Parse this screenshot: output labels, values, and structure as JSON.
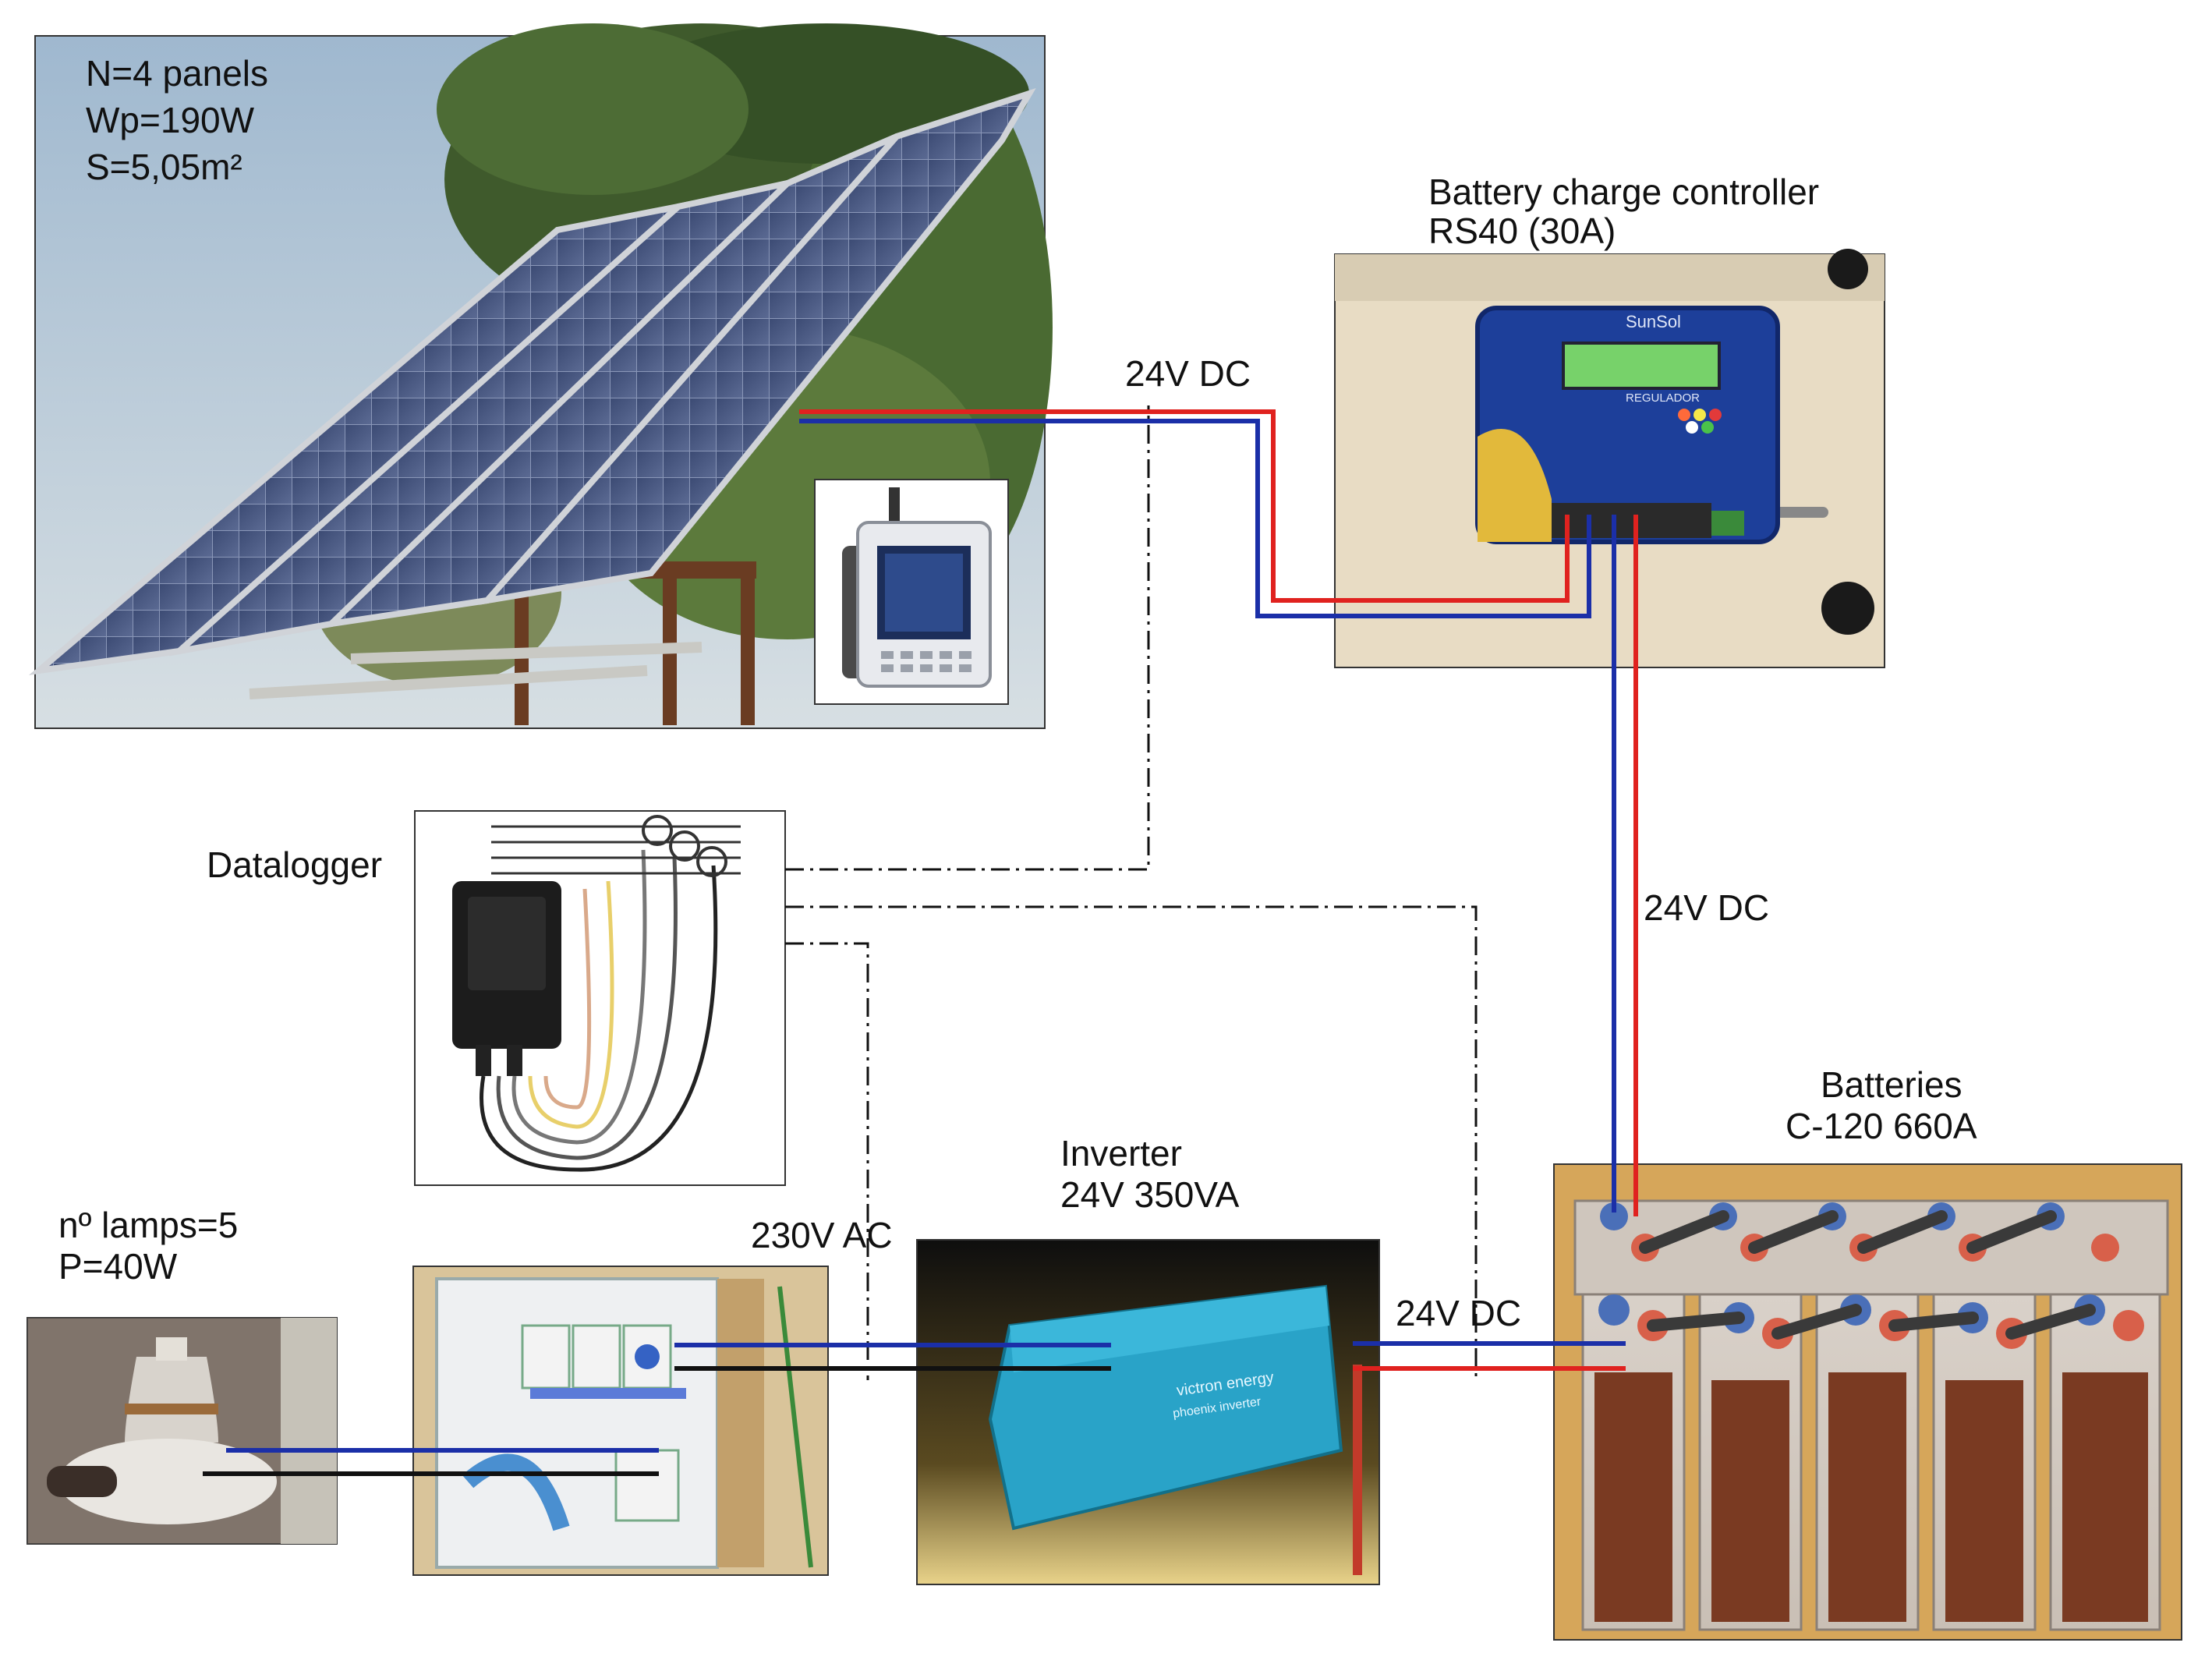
{
  "panels": {
    "line1": "N=4 panels",
    "line2": "Wp=190W",
    "line3": "S=5,05m²"
  },
  "controller": {
    "title": "Battery charge controller",
    "model": "RS40 (30A)",
    "brand": "SunSol",
    "screen_text": "REGULADOR"
  },
  "datalogger": {
    "label": "Datalogger"
  },
  "lamps": {
    "line1": "nº lamps=5",
    "line2": "P=40W"
  },
  "inverter": {
    "title": "Inverter",
    "spec": "24V 350VA",
    "brand": "victron energy",
    "model_text": "phoenix inverter"
  },
  "batteries": {
    "title": "Batteries",
    "spec": "C-120  660A"
  },
  "voltages": {
    "panels_to_controller": "24V DC",
    "controller_to_batteries": "24V DC",
    "inverter_to_batteries": "24V DC",
    "panel_to_inverter": "230V AC"
  },
  "colors": {
    "positive": "#e0221f",
    "negative": "#1b2fa8",
    "neutral": "#111111",
    "signal": "#111111"
  }
}
